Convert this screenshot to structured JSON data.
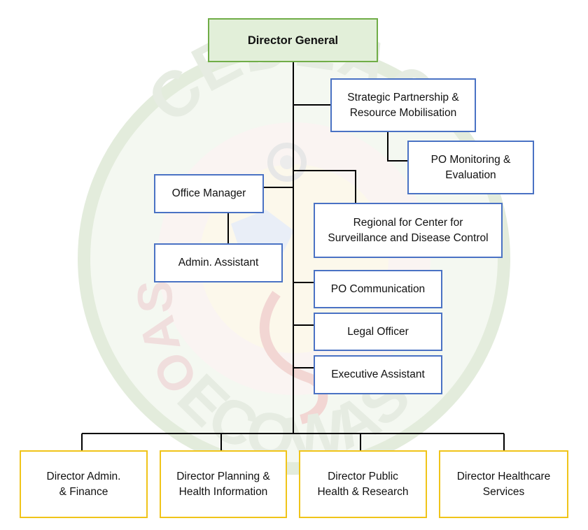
{
  "watermark": {
    "top_text": "CEDEAO",
    "left_text": "OAS",
    "bottom_text": "ECOWAS"
  },
  "colors": {
    "director_general_fill": "#e2efd9",
    "director_general_border": "#70ad47",
    "unit_border": "#4a72c4",
    "director_border": "#f0c419",
    "connector": "#000000"
  },
  "director_general": "Director General",
  "units": {
    "strategic": [
      "Strategic Partnership &",
      "Resource Mobilisation"
    ],
    "po_monitoring": [
      "PO Monitoring &",
      "Evaluation"
    ],
    "office_manager": [
      "Office Manager"
    ],
    "admin_assistant": [
      "Admin. Assistant"
    ],
    "regional_center": [
      "Regional for Center for",
      "Surveillance and Disease Control"
    ],
    "po_communication": [
      "PO Communication"
    ],
    "legal_officer": [
      "Legal Officer"
    ],
    "executive_assistant": [
      "Executive Assistant"
    ]
  },
  "directors": {
    "admin_finance": [
      "Director Admin.",
      "& Finance"
    ],
    "planning": [
      "Director Planning &",
      "Health Information"
    ],
    "public_health": [
      "Director Public",
      "Health & Research"
    ],
    "healthcare": [
      "Director Healthcare",
      "Services"
    ]
  }
}
